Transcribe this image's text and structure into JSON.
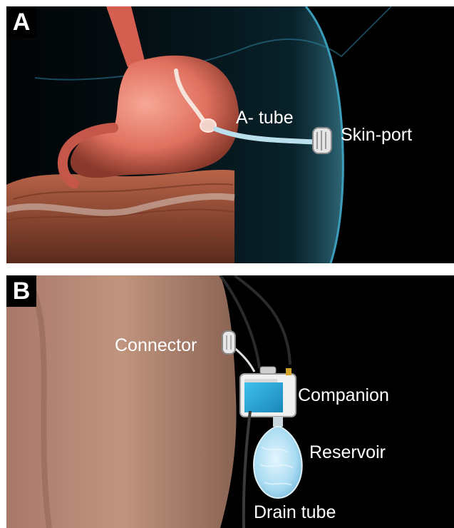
{
  "panels": [
    {
      "letter": "A",
      "labels": {
        "a_tube": "A- tube",
        "skin_port": "Skin-port"
      }
    },
    {
      "letter": "B",
      "labels": {
        "connector": "Connector",
        "companion": "Companion",
        "reservoir": "Reservoir",
        "drain_tube": "Drain tube"
      }
    }
  ],
  "colors": {
    "background": "#000000",
    "stomach": "#e8786a",
    "intestine": "#a85840",
    "body_outline": "#3fa9c9",
    "skin": "#b88a74",
    "companion": "#2aa8d8",
    "reservoir": "#bfe4f4"
  }
}
